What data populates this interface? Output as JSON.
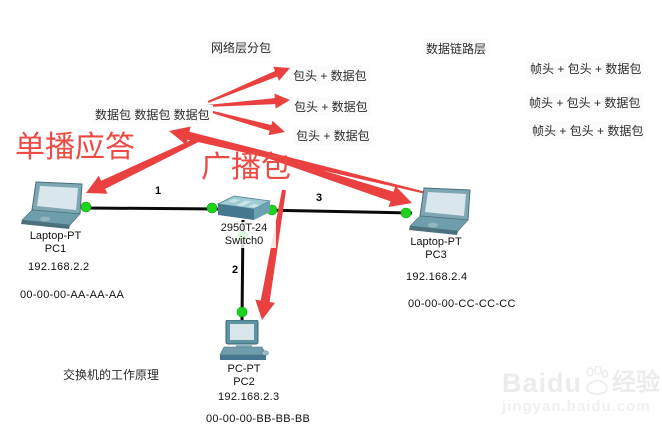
{
  "annotations": {
    "network_layer_title": "网络层分包",
    "datalink_layer_title": "数据链路层",
    "packets_source": "数据包 数据包 数据包",
    "network_packets": [
      "包头 + 数据包",
      "包头 + 数据包",
      "包头 + 数据包"
    ],
    "frame_packets": [
      "帧头 + 包头 + 数据包",
      "帧头 + 包头 + 数据包",
      "帧头 + 包头 + 数据包"
    ],
    "unicast_reply": "单播应答",
    "broadcast_packet": "广播包",
    "caption": "交换机的工作原理"
  },
  "devices": [
    {
      "type": "laptop",
      "model": "Laptop-PT",
      "name": "PC1",
      "ip": "192.168.2.2",
      "mac": "00-00-00-AA-AA-AA"
    },
    {
      "type": "switch",
      "model": "2950T-24",
      "name": "Switch0"
    },
    {
      "type": "laptop",
      "model": "Laptop-PT",
      "name": "PC3",
      "ip": "192.168.2.4",
      "mac": "00-00-00-CC-CC-CC"
    },
    {
      "type": "pc",
      "model": "PC-PT",
      "name": "PC2",
      "ip": "192.168.2.3",
      "mac": "00-00-00-BB-BB-BB"
    }
  ],
  "links": [
    {
      "label": "1",
      "from": "PC1",
      "to": "Switch0"
    },
    {
      "label": "3",
      "from": "Switch0",
      "to": "PC3"
    },
    {
      "label": "2",
      "from": "Switch0",
      "to": "PC2"
    }
  ],
  "colors": {
    "annotation_red": "#ea4140",
    "link_up_green": "#1bd41b",
    "link_line_black": "#0a0a0a"
  },
  "watermark": {
    "brand": "Baidu",
    "brand_suffix": "经验",
    "url": "jingyan.baidu.com"
  }
}
